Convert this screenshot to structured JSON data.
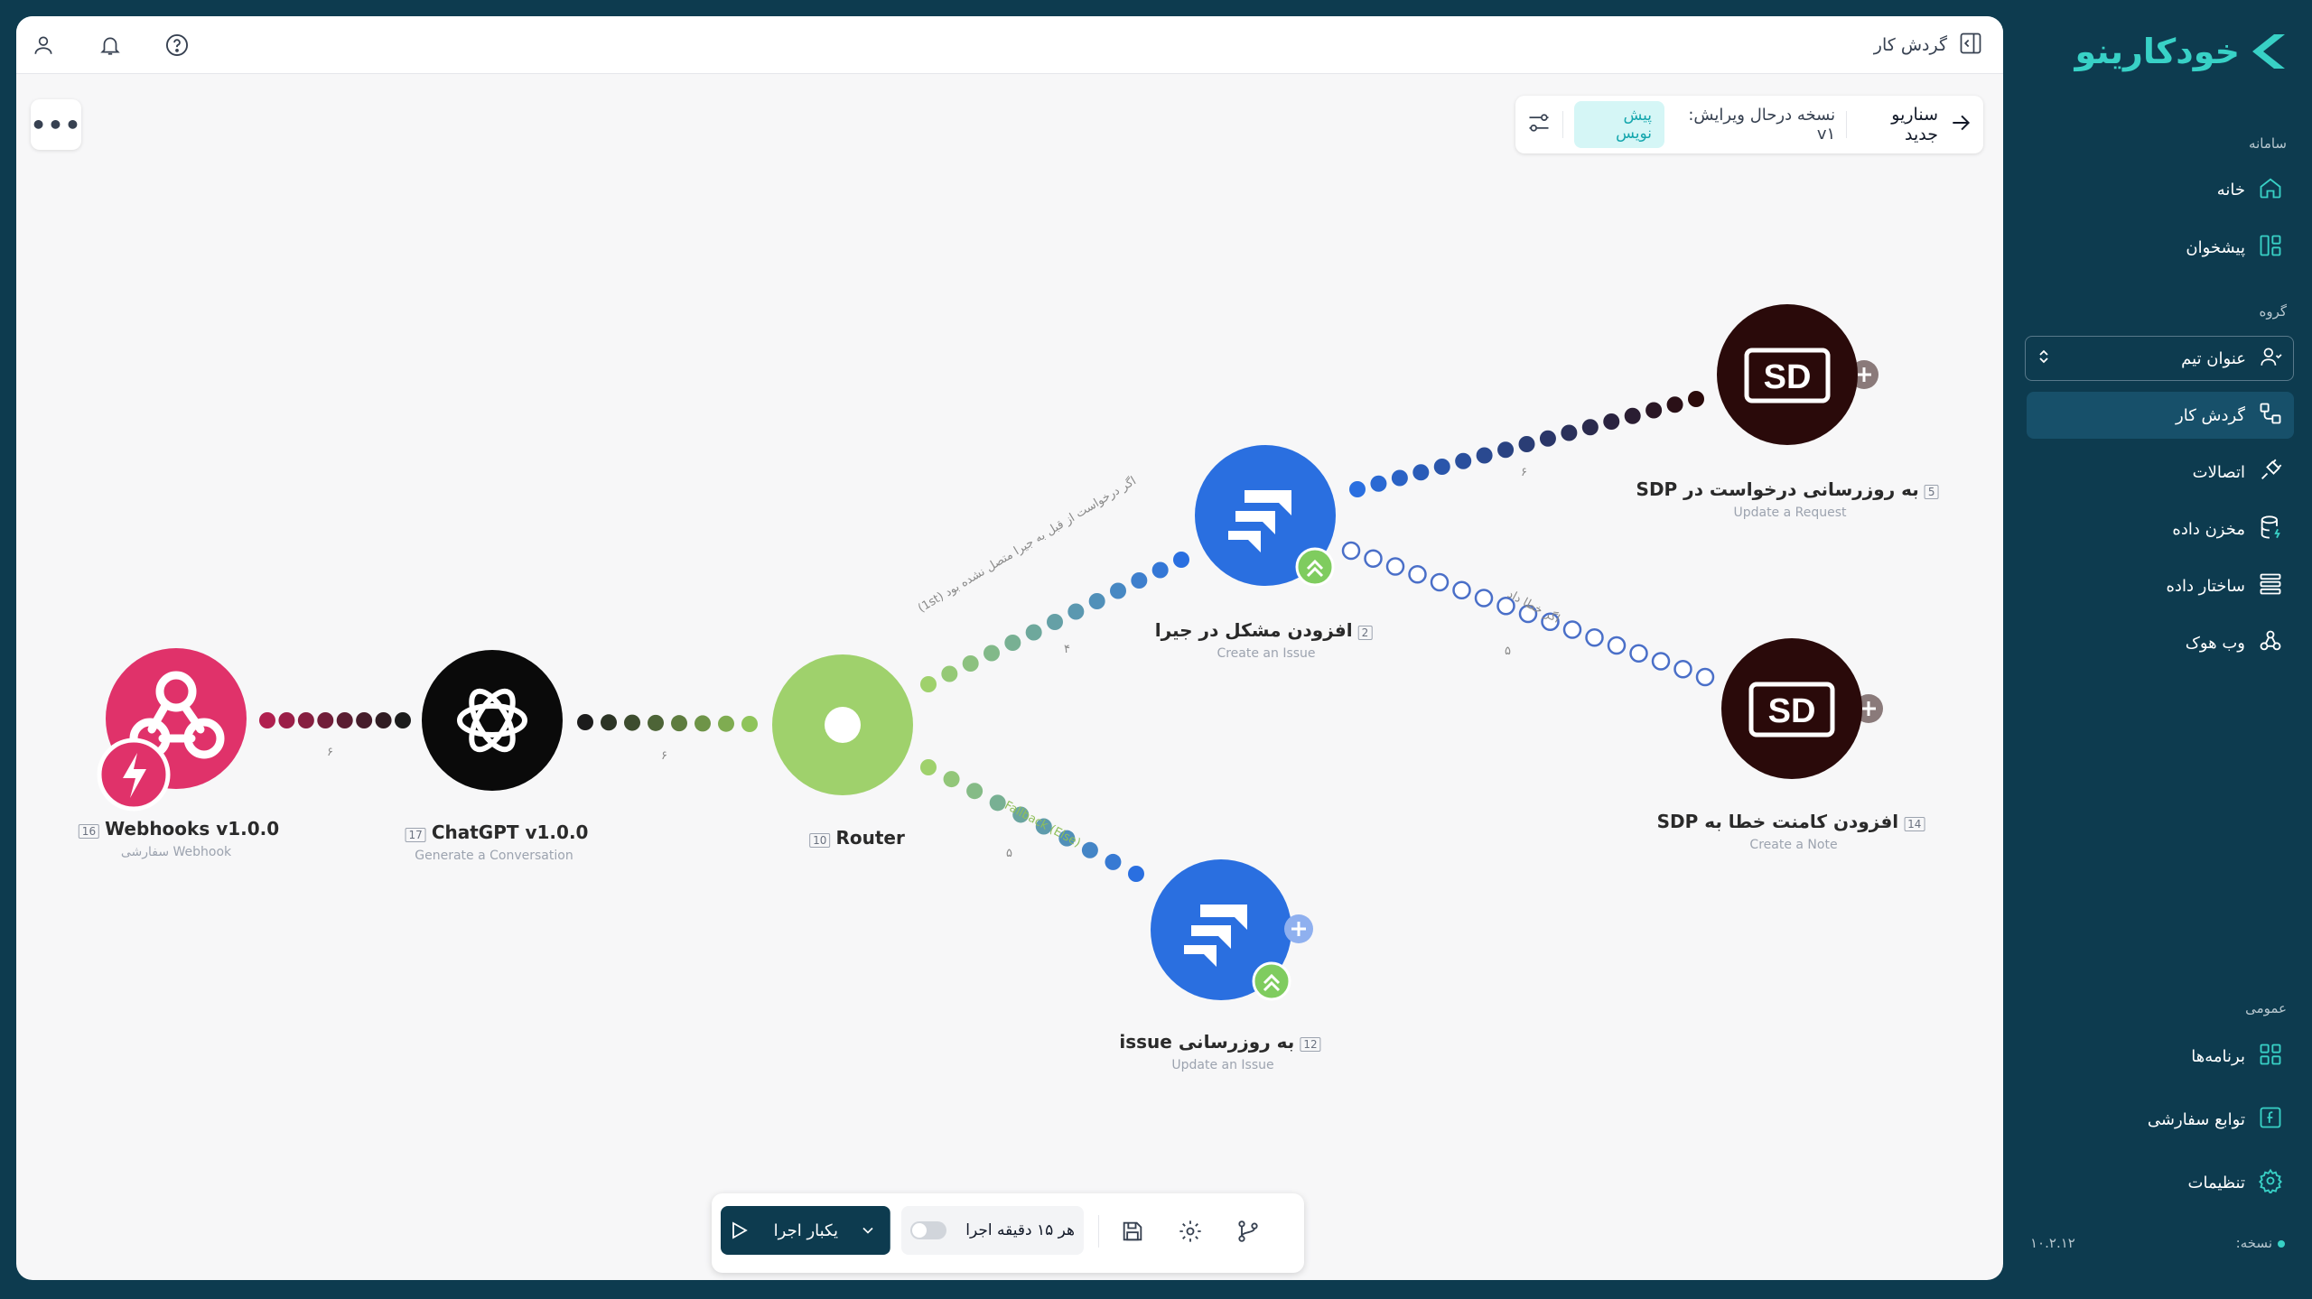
{
  "header": {
    "title": "گردش کار"
  },
  "scenario": {
    "name": "سناریو جدید",
    "version_label": "نسخه درحال ویرایش: v۱",
    "status_badge": "پیش نویس"
  },
  "nodes": {
    "webhooks": {
      "title": "Webhooks v1.0.0",
      "num": "16",
      "subtitle": "سفارشی Webhook"
    },
    "chatgpt": {
      "title": "ChatGPT v1.0.0",
      "num": "17",
      "subtitle": "Generate a Conversation"
    },
    "router": {
      "title": "Router",
      "num": "10"
    },
    "jira_add": {
      "title": "افزودن مشکل در جیرا",
      "num": "2",
      "subtitle": "Create an Issue"
    },
    "jira_update": {
      "title": "به روزرسانی issue",
      "num": "12",
      "subtitle": "Update an Issue"
    },
    "sdp_update": {
      "title": "به روزرسانی درخواست در SDP",
      "num": "5",
      "subtitle": "Update a Request"
    },
    "sdp_note": {
      "title": "افزودن کامنت خطا به SDP",
      "num": "14",
      "subtitle": "Create a Note"
    }
  },
  "edges": {
    "e1": "۶",
    "e2": "۶",
    "to_jira_add": "اگر درخواست از قبل به جیرا متصل نشده بود (1st)",
    "to_jira_add_num": "۴",
    "to_jira_update": "Fallback (Else)",
    "to_jira_update_num": "۵",
    "to_sdp_update_num": "۶",
    "to_sdp_note": "اگر خطا داد",
    "to_sdp_note_num": "۵"
  },
  "toolbar": {
    "run_once": "یکبار اجرا",
    "schedule": "هر ۱۵ دقیقه اجرا"
  },
  "sidebar": {
    "logo": "خودکارینو",
    "section_system": "سامانه",
    "home": "خانه",
    "dashboard": "پیشخوان",
    "section_group": "گروه",
    "team": "عنوان تیم",
    "workflow": "گردش کار",
    "connections": "اتصالات",
    "datastore": "مخزن داده",
    "datastructure": "ساختار داده",
    "webhook": "وب هوک",
    "section_general": "عمومی",
    "apps": "برنامه‌ها",
    "custom_functions": "توابع سفارشی",
    "settings": "تنظیمات",
    "version_label": "نسخه:",
    "version_value": "۱۰.۲.۱۲"
  },
  "colors": {
    "brand": "#0d3b4f",
    "accent": "#38d1c6",
    "webhook": "#e0326a",
    "router": "#9fd16c",
    "jira": "#2a6fe0",
    "sdp": "#2a0a0a"
  }
}
